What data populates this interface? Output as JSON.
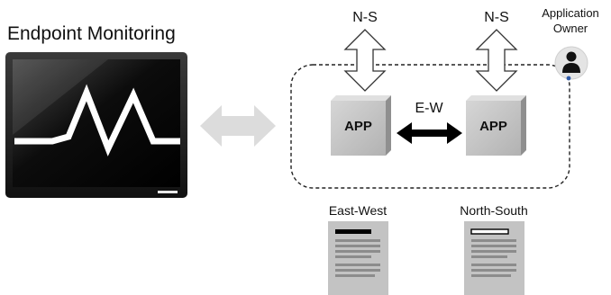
{
  "title": "Endpoint Monitoring",
  "labels": {
    "ns_left": "N-S",
    "ns_right": "N-S",
    "ew": "E-W",
    "owner_line1": "Application",
    "owner_line2": "Owner"
  },
  "apps": {
    "left": "APP",
    "right": "APP"
  },
  "documents": {
    "east_west": "East-West",
    "north_south": "North-South"
  },
  "icons": {
    "monitor": "monitor-heartbeat-icon",
    "link": "bidirectional-arrow-icon",
    "owner": "person-icon",
    "doc": "document-icon"
  },
  "colors": {
    "accent_dark": "#000000",
    "app_box": "#c6c6c6",
    "light_arrow": "#d9d9d9",
    "doc_gray": "#b4b4b4"
  }
}
